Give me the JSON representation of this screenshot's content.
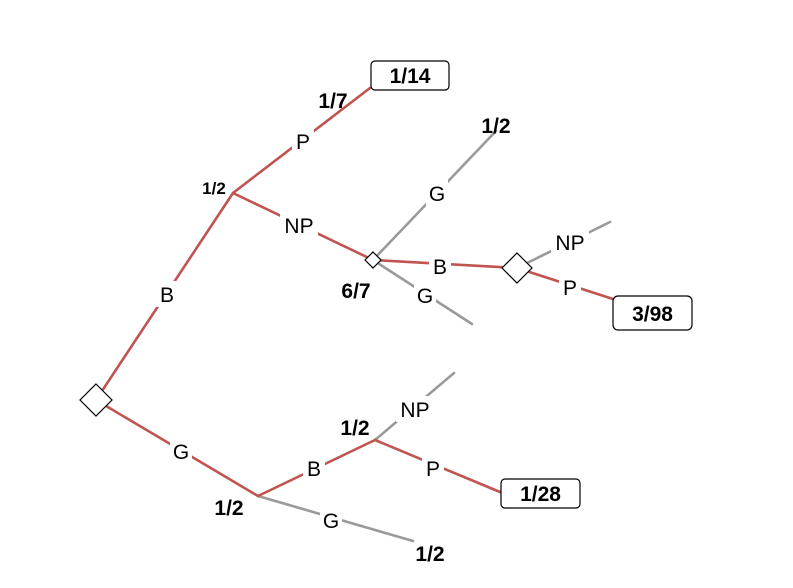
{
  "edges": {
    "b": "B",
    "g": "G",
    "b_p": "P",
    "b_np": "NP",
    "b_np_g": "G",
    "b_np_b": "B",
    "b_np_g2": "G",
    "b_np_b_np": "NP",
    "b_np_b_p": "P",
    "g_b": "B",
    "g_g": "G",
    "g_b_np": "NP",
    "g_b_p": "P"
  },
  "probabilities": {
    "b_split": "1/2",
    "b_p": "1/7",
    "b_np_g_leaf": "1/2",
    "b_np_node": "6/7",
    "g_b": "1/2",
    "g_split": "1/2",
    "g_g_leaf": "1/2"
  },
  "outcomes": {
    "b_p": "1/14",
    "b_np_b_p": "3/98",
    "g_b_p": "1/28"
  },
  "colors": {
    "highlight_path": "#bf5450",
    "other_path": "#9a9a9a"
  }
}
